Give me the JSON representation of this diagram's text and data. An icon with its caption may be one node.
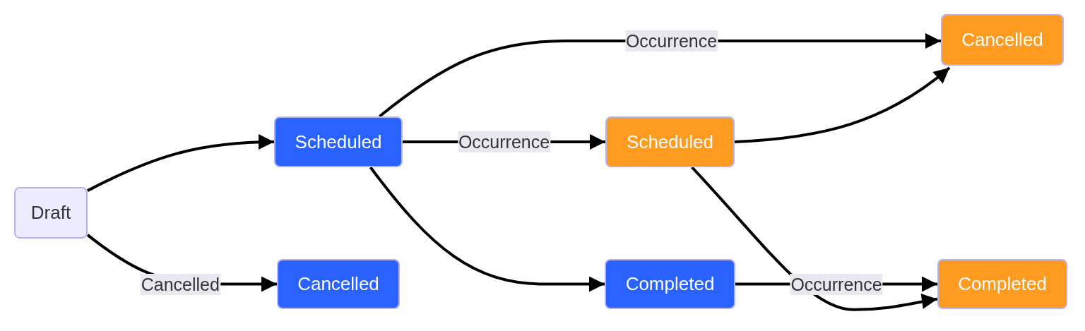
{
  "diagram": {
    "nodes": [
      {
        "text": [
          "Draft"
        ]
      },
      {
        "text": [
          "Scheduled"
        ]
      },
      {
        "text": [
          "Cancelled"
        ]
      },
      {
        "text": [
          "Scheduled"
        ]
      },
      {
        "text": [
          "Completed"
        ]
      },
      {
        "text": [
          "Cancelled"
        ]
      },
      {
        "text": [
          "Completed"
        ]
      }
    ],
    "edges": [
      {
        "from": 0,
        "to": 1,
        "arrow": "to"
      },
      {
        "from": 0,
        "to": 2,
        "arrow": "to",
        "label": "Cancelled"
      },
      {
        "from": 1,
        "to": 5,
        "arrow": "to",
        "label": "Occurrence"
      },
      {
        "from": 1,
        "to": 3,
        "arrow": "to",
        "label": "Occurrence"
      },
      {
        "from": 1,
        "to": 4,
        "arrow": "to"
      },
      {
        "from": 3,
        "to": 5,
        "arrow": "to"
      },
      {
        "from": 3,
        "to": 6,
        "arrow": "to"
      },
      {
        "from": 4,
        "to": 6,
        "arrow": "to",
        "label": "Occurrence"
      }
    ]
  }
}
